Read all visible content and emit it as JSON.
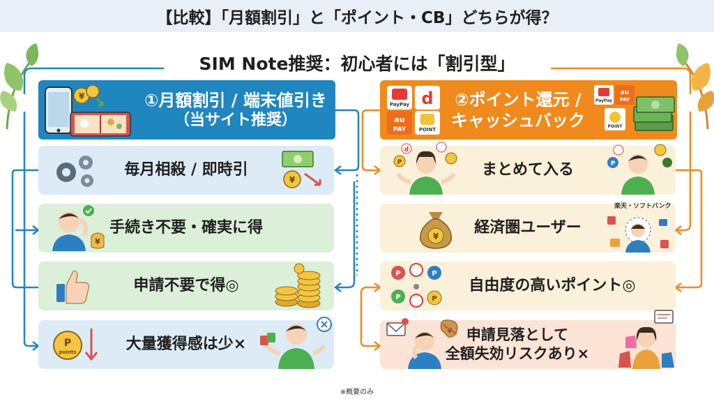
{
  "title": "【比較】「月額割引」と「ポイント・CB」どちらが得？",
  "subtitle": "SIM Note推奨：初心者には「割引型」",
  "left": {
    "header_line1": "①月額割引 / 端末値引き",
    "header_line2": "（当サイト推奨）",
    "rows": [
      {
        "text": "毎月相殺 / 即時引"
      },
      {
        "text": "手続き不要・確実に得"
      },
      {
        "text": "申請不要で得◎"
      },
      {
        "text": "大量獲得感は少×"
      }
    ],
    "coin_label": "points"
  },
  "right": {
    "header_line1": "②ポイント還元 /",
    "header_line2": "キャッシュバック",
    "rows": [
      {
        "text": "まとめて入る"
      },
      {
        "text": "経済圏ユーザー"
      },
      {
        "text": "自由度の高いポイント◎"
      },
      {
        "text": "申請見落として\n全額失効リスクあり×"
      }
    ],
    "ecosystem_label": "楽天・ソフトバンク",
    "logos": {
      "paypay": "PayPay",
      "au": "au",
      "aupay": "PAY",
      "point": "POINT",
      "d": "d"
    }
  },
  "footnote": "※概要のみ",
  "colors": {
    "left_header": "#1f86c0",
    "right_header": "#f08a1d",
    "blue_row": "#dcebf6",
    "green_row": "#dcefd9",
    "beige_row": "#fbf0d9",
    "pink_row": "#fbe3d5"
  }
}
